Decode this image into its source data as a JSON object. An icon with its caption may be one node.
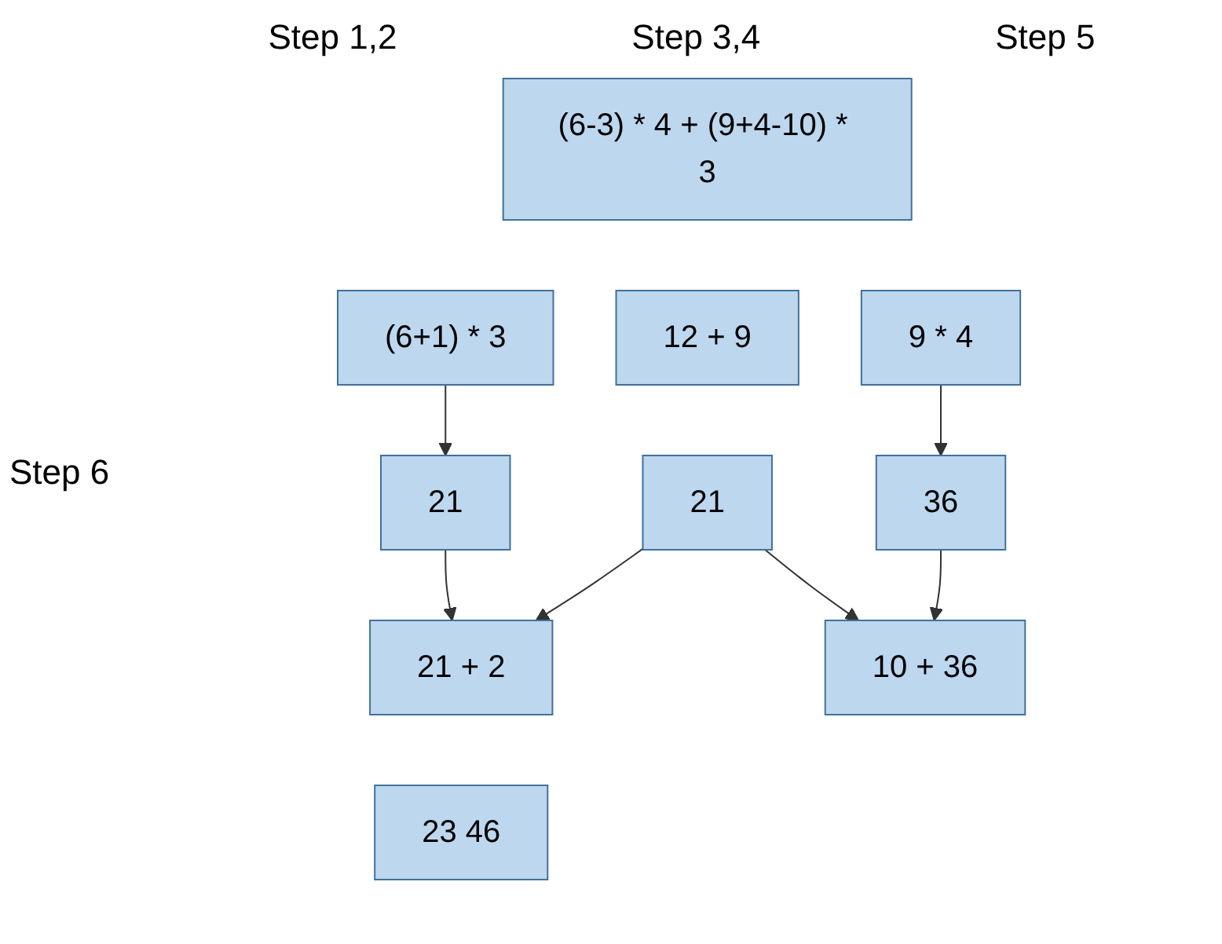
{
  "diagram": {
    "nodes": [
      {
        "text": [
          "(6+1) * 3"
        ]
      },
      {
        "text": [
          "(6-3) * 4 + (9+4-10) * 3"
        ]
      },
      {
        "text": [
          "9 * 4"
        ]
      },
      {
        "text": [
          "12 + 9"
        ]
      },
      {
        "text": [
          "21"
        ]
      },
      {
        "text": [
          "21"
        ]
      },
      {
        "text": [
          "36"
        ]
      },
      {
        "text": [
          "21 + 2"
        ]
      },
      {
        "text": [
          "10 + 36"
        ]
      },
      {
        "text": [
          "23 46"
        ]
      }
    ],
    "edges": [
      {
        "from": 0,
        "to": 4,
        "arrow": "to"
      },
      {
        "from": 2,
        "to": 6,
        "arrow": "to"
      },
      {
        "from": 4,
        "to": 7,
        "arrow": "to"
      },
      {
        "from": 5,
        "to": 7,
        "arrow": "to"
      },
      {
        "from": 5,
        "to": 8,
        "arrow": "to"
      },
      {
        "from": 6,
        "to": 8,
        "arrow": "to"
      }
    ],
    "labels": [
      "Step 1,2",
      "Step 3,4",
      "Step 5",
      "Step 6"
    ]
  }
}
